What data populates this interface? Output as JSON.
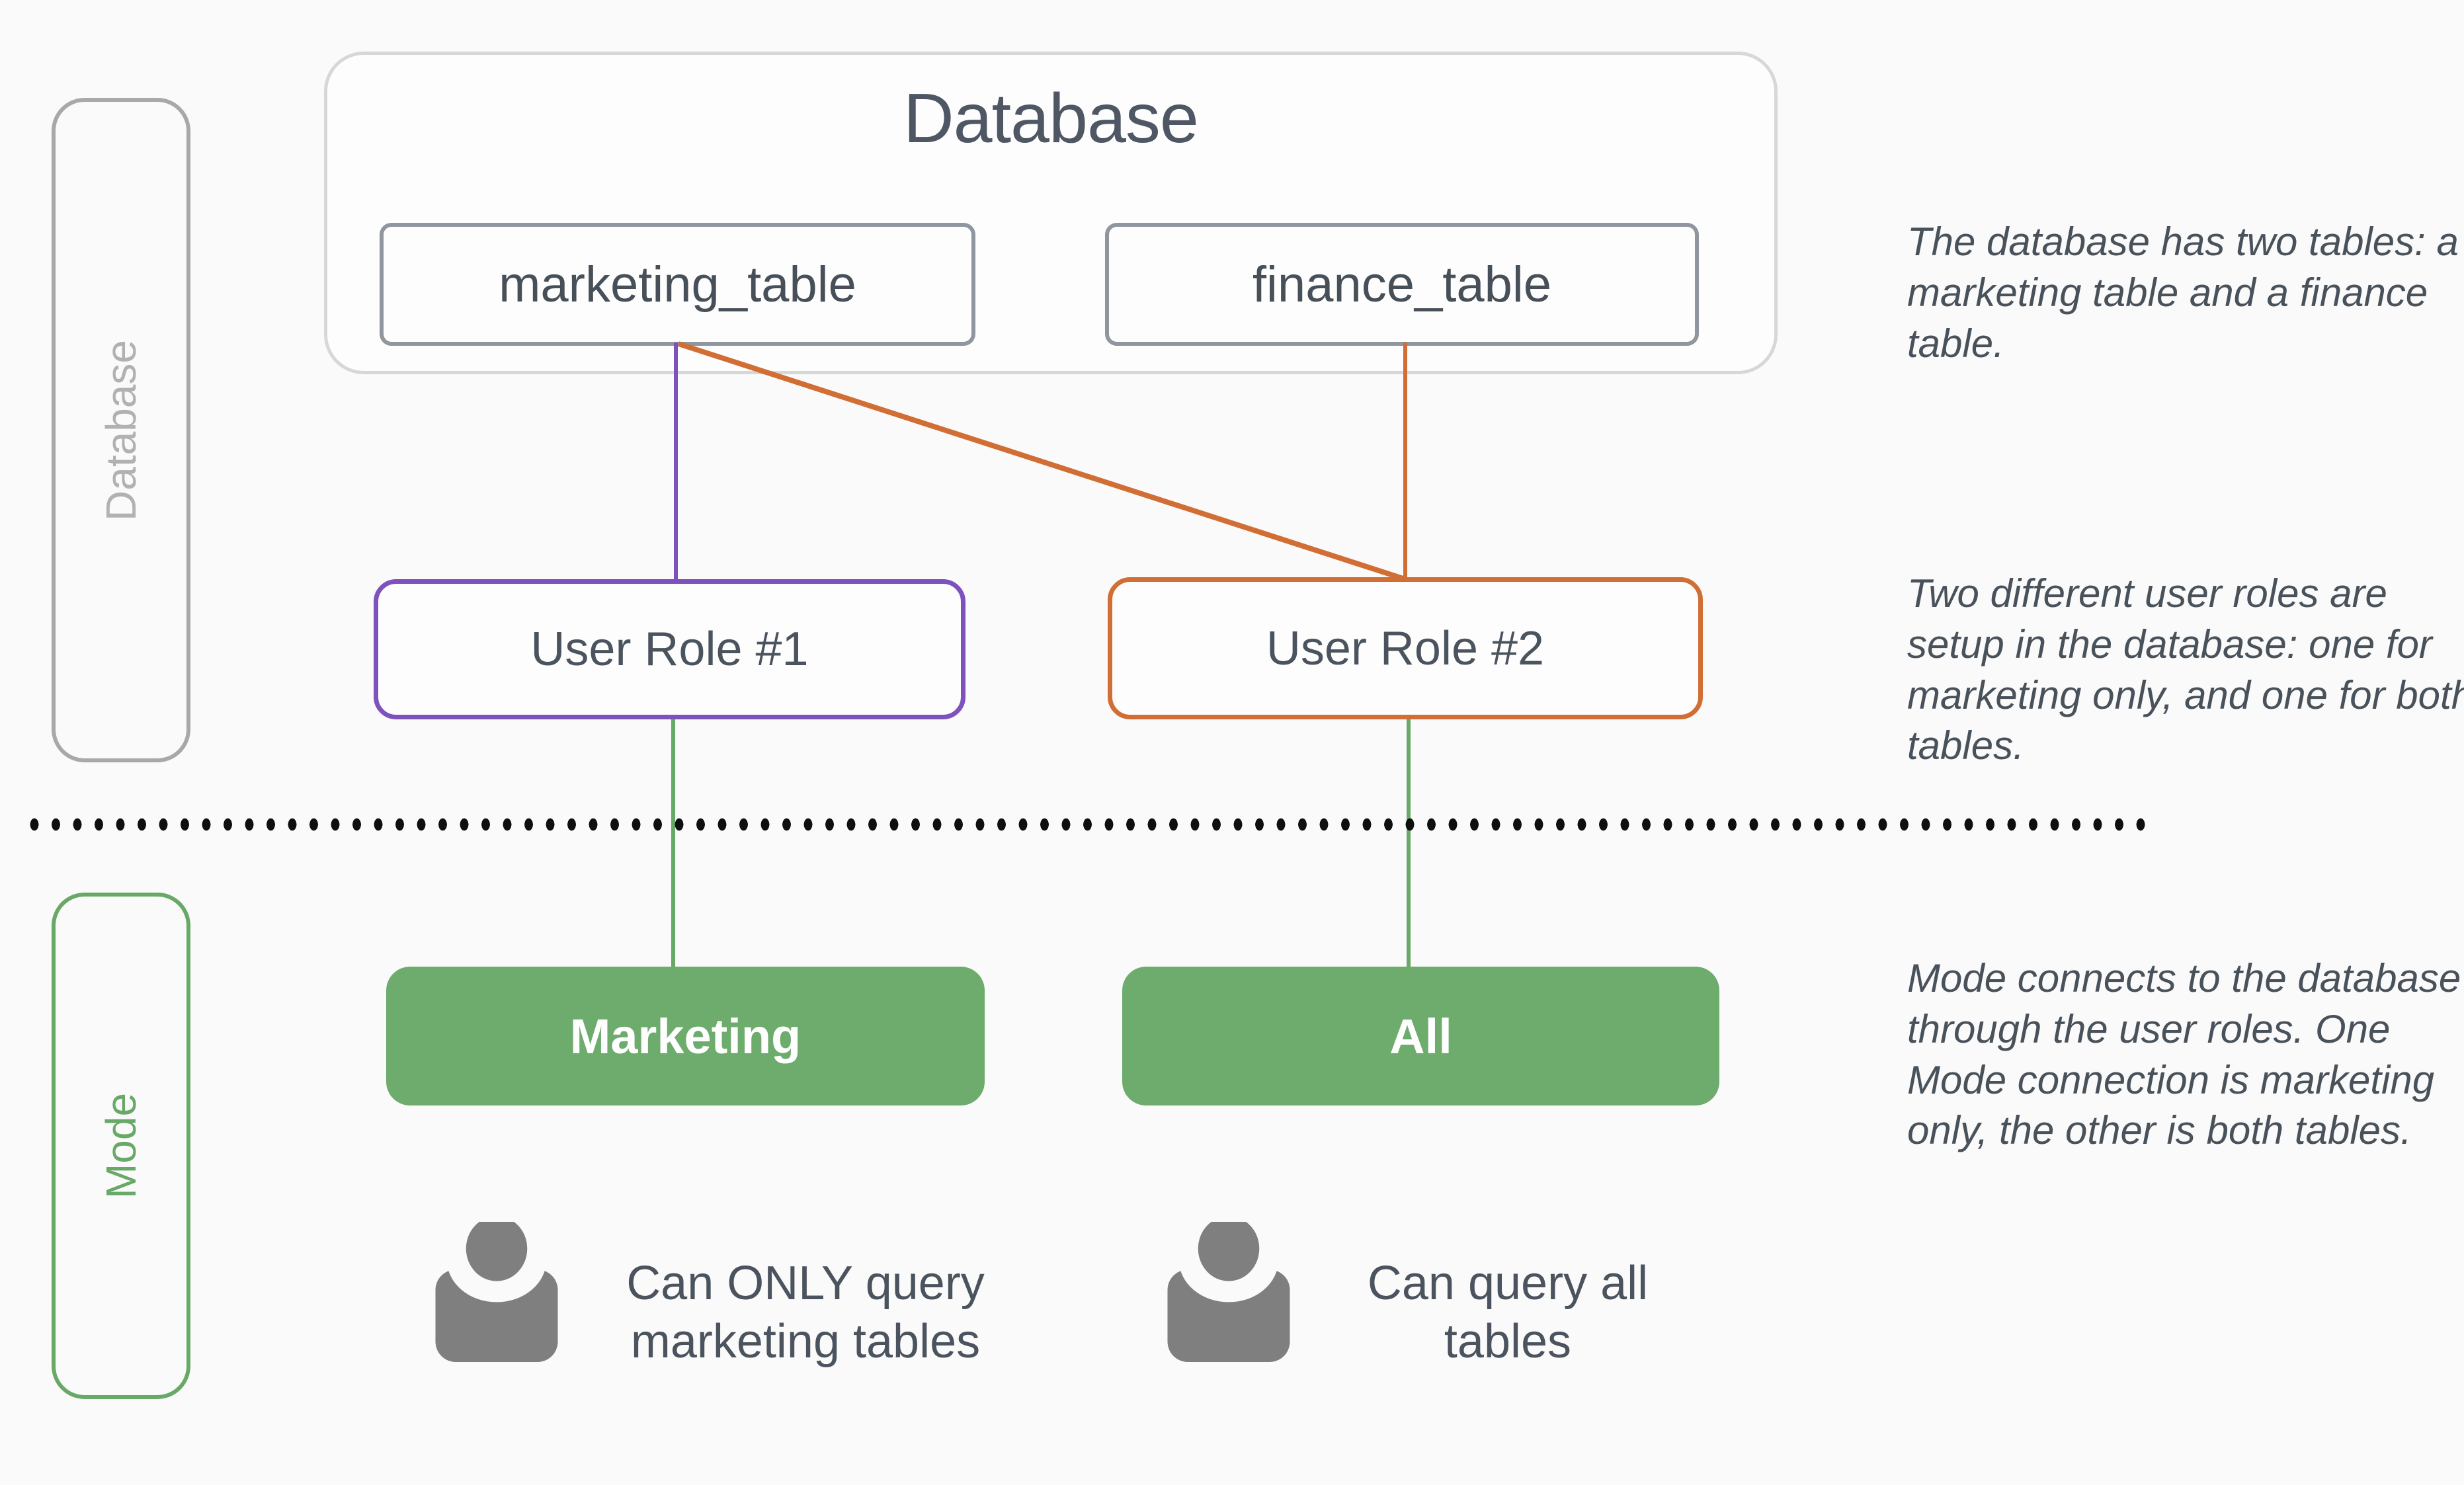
{
  "palette": {
    "background": "#fafafa",
    "purple": "#7e52bd",
    "orange": "#d06e35",
    "green_line": "#69a967",
    "green_fill": "#6dac6c",
    "sidebar_gray": "#a8a8a8",
    "sidebar_gray_text": "#b1b1b1",
    "slate_text": "#4b545e",
    "container_border": "#d7d7d7",
    "table_border": "#8f969d",
    "icon_gray": "#7f7f7f",
    "dot_color": "#0f0f0f"
  },
  "sidebars": {
    "database_label": "Database",
    "mode_label": "Mode"
  },
  "database_box": {
    "title": "Database",
    "tables": [
      {
        "label": "marketing_table"
      },
      {
        "label": "finance_table"
      }
    ]
  },
  "roles": [
    {
      "label": "User Role #1"
    },
    {
      "label": "User Role #2"
    }
  ],
  "mode": {
    "connections": [
      {
        "label": "Marketing"
      },
      {
        "label": "All"
      }
    ],
    "users": [
      {
        "icon": "user-icon",
        "caption": "Can ONLY query marketing tables"
      },
      {
        "icon": "user-icon",
        "caption": "Can query all tables"
      }
    ]
  },
  "annotations": [
    {
      "text": "The database has two tables: a marketing table and a finance table."
    },
    {
      "text": "Two different user roles are setup in the database: one for marketing only, and one for both tables."
    },
    {
      "text": "Mode connects to the database through the user roles. One Mode connection is marketing only, the other is both tables."
    }
  ]
}
